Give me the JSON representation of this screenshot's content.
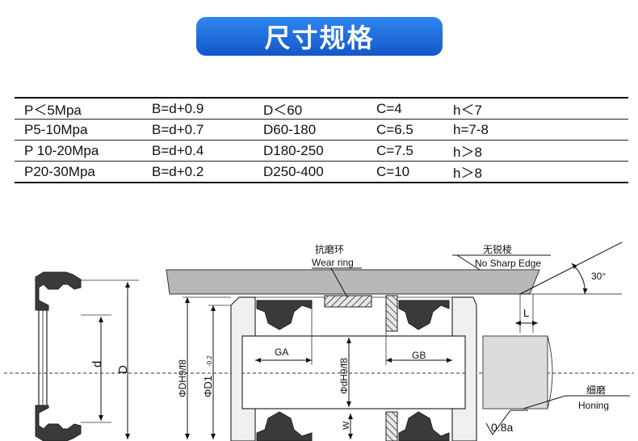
{
  "header": {
    "title": "尺寸规格"
  },
  "spec_table": {
    "rows": [
      [
        "P＜5Mpa",
        "B=d+0.9",
        "D＜60",
        "C=4",
        "h＜7"
      ],
      [
        "P5-10Mpa",
        "B=d+0.7",
        "D60-180",
        "C=6.5",
        "h=7-8"
      ],
      [
        "P 10-20Mpa",
        "B=d+0.4",
        "D180-250",
        "C=7.5",
        "h＞8"
      ],
      [
        "P20-30Mpa",
        "B=d+0.2",
        "D250-400",
        "C=10",
        "h＞8"
      ]
    ]
  },
  "diagram": {
    "wear_ring_cn": "抗磨环",
    "wear_ring_en": "Wear ring",
    "no_sharp_edge_cn": "无锐棱",
    "no_sharp_edge_en": "No Sharp Edge",
    "angle": "30°",
    "dim_L": "L",
    "dim_d": "d",
    "dim_D": "D",
    "dim_DH": "ΦDH9/f8",
    "dim_D1": "ΦD1",
    "dim_D1_tol": "-0.2",
    "dim_dH": "ΦdH9/f8",
    "dim_GA": "GA",
    "dim_GB": "GB",
    "dim_W": "W",
    "honing_cn": "细磨",
    "honing_en": "Honing",
    "surface": "0.8a"
  },
  "colors": {
    "title_bg": "#1e6fe0",
    "part": "#3a3a3a",
    "hatch": "#555555"
  }
}
